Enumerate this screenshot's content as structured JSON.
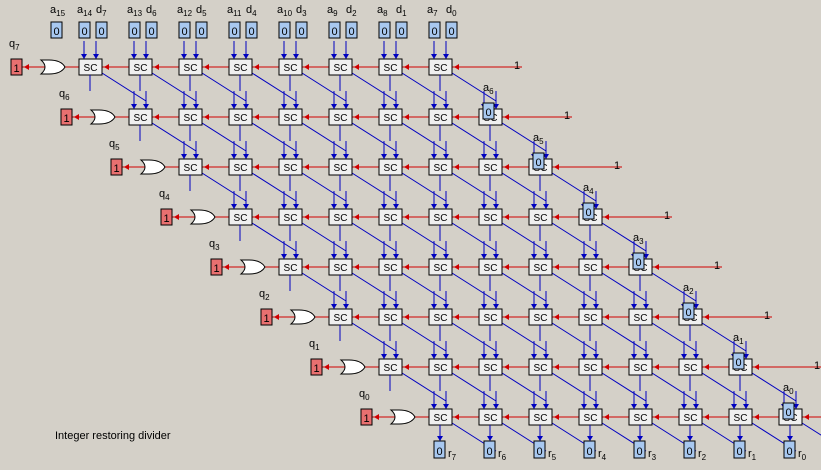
{
  "caption": "Integer restoring divider",
  "cell_label": "SC",
  "top_labels": [
    {
      "base": "a",
      "sub": "15"
    },
    {
      "base": "a",
      "sub": "14"
    },
    {
      "base": "d",
      "sub": "7"
    },
    {
      "base": "a",
      "sub": "13"
    },
    {
      "base": "d",
      "sub": "6"
    },
    {
      "base": "a",
      "sub": "12"
    },
    {
      "base": "d",
      "sub": "5"
    },
    {
      "base": "a",
      "sub": "11"
    },
    {
      "base": "d",
      "sub": "4"
    },
    {
      "base": "a",
      "sub": "10"
    },
    {
      "base": "d",
      "sub": "3"
    },
    {
      "base": "a",
      "sub": "9"
    },
    {
      "base": "d",
      "sub": "2"
    },
    {
      "base": "a",
      "sub": "8"
    },
    {
      "base": "d",
      "sub": "1"
    },
    {
      "base": "a",
      "sub": "7"
    },
    {
      "base": "d",
      "sub": "0"
    }
  ],
  "top_inputs": [
    "0",
    "0",
    "0",
    "0",
    "0",
    "0",
    "0",
    "0",
    "0",
    "0",
    "0",
    "0",
    "0",
    "0",
    "0",
    "0"
  ],
  "side_inputs": [
    {
      "base": "a",
      "sub": "6",
      "value": "0"
    },
    {
      "base": "a",
      "sub": "5",
      "value": "0"
    },
    {
      "base": "a",
      "sub": "4",
      "value": "0"
    },
    {
      "base": "a",
      "sub": "3",
      "value": "0"
    },
    {
      "base": "a",
      "sub": "2",
      "value": "0"
    },
    {
      "base": "a",
      "sub": "1",
      "value": "0"
    },
    {
      "base": "a",
      "sub": "0",
      "value": "0"
    }
  ],
  "quotient": [
    {
      "base": "q",
      "sub": "7",
      "value": "1"
    },
    {
      "base": "q",
      "sub": "6",
      "value": "1"
    },
    {
      "base": "q",
      "sub": "5",
      "value": "1"
    },
    {
      "base": "q",
      "sub": "4",
      "value": "1"
    },
    {
      "base": "q",
      "sub": "3",
      "value": "1"
    },
    {
      "base": "q",
      "sub": "2",
      "value": "1"
    },
    {
      "base": "q",
      "sub": "1",
      "value": "1"
    },
    {
      "base": "q",
      "sub": "0",
      "value": "1"
    }
  ],
  "remainder": [
    {
      "base": "r",
      "sub": "7",
      "value": "0"
    },
    {
      "base": "r",
      "sub": "6",
      "value": "0"
    },
    {
      "base": "r",
      "sub": "5",
      "value": "0"
    },
    {
      "base": "r",
      "sub": "4",
      "value": "0"
    },
    {
      "base": "r",
      "sub": "3",
      "value": "0"
    },
    {
      "base": "r",
      "sub": "2",
      "value": "0"
    },
    {
      "base": "r",
      "sub": "1",
      "value": "0"
    },
    {
      "base": "r",
      "sub": "0",
      "value": "0"
    }
  ],
  "carry_in_label": "1",
  "colors": {
    "background": "#d4d0c8",
    "input_fill": "#a8c8f0",
    "output_fill": "#e87070",
    "cell_fill": "#f0f0f0",
    "carry_wire": "#d00000",
    "data_wire": "#0000c0"
  }
}
